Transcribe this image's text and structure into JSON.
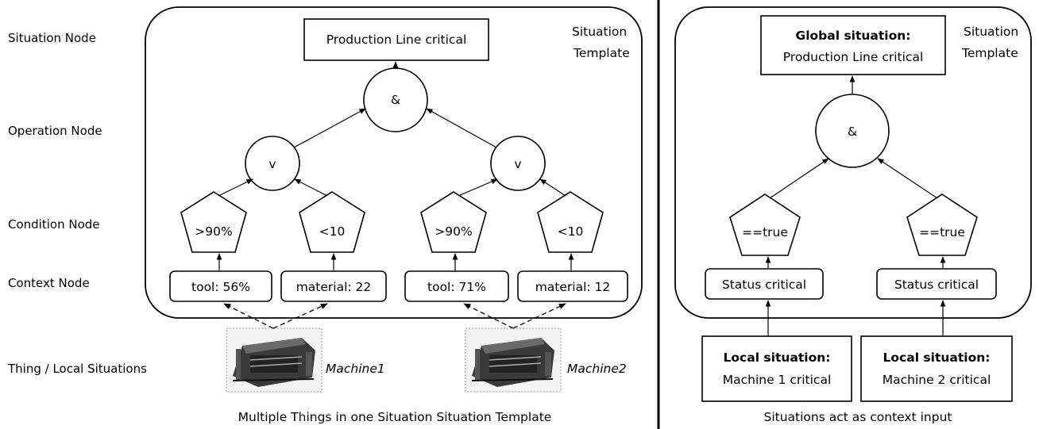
{
  "rows": {
    "situation_node": "Situation Node",
    "operation_node": "Operation Node",
    "condition_node": "Condition Node",
    "context_node": "Context Node",
    "thing_local": "Thing / Local Situations"
  },
  "left": {
    "template_label_1": "Situation",
    "template_label_2": "Template",
    "situation": "Production Line critical",
    "op_and": "&",
    "op_or_1": "v",
    "op_or_2": "v",
    "cond_1": ">90%",
    "cond_2": "<10",
    "cond_3": ">90%",
    "cond_4": "<10",
    "ctx_1": "tool: 56%",
    "ctx_2": "material: 22",
    "ctx_3": "tool: 71%",
    "ctx_4": "material: 12",
    "machine_1": "Machine1",
    "machine_2": "Machine2",
    "caption": "Multiple Things in one Situation Situation Template"
  },
  "right": {
    "template_label_1": "Situation",
    "template_label_2": "Template",
    "situation_line1": "Global situation:",
    "situation_line2": "Production Line critical",
    "op_and": "&",
    "cond_1": "==true",
    "cond_2": "==true",
    "ctx_1": "Status critical",
    "ctx_2": "Status critical",
    "local_1_line1": "Local situation:",
    "local_1_line2": "Machine 1 critical",
    "local_2_line1": "Local situation:",
    "local_2_line2": "Machine 2 critical",
    "caption": "Situations act as context input"
  }
}
